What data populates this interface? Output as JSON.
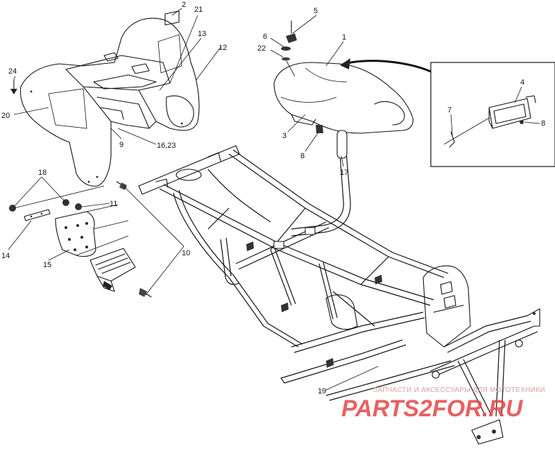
{
  "callouts": {
    "c1": "1",
    "c2": "2",
    "c3": "3",
    "c4": "4",
    "c5": "5",
    "c6": "6",
    "c7": "7",
    "c8a": "8",
    "c8b": "8",
    "c9": "9",
    "c10": "10",
    "c11": "11",
    "c12": "12",
    "c13": "13",
    "c14": "14",
    "c15": "15",
    "c1623": "16,23",
    "c17": "17",
    "c18": "18",
    "c19": "19",
    "c20": "20",
    "c21": "21",
    "c22": "22",
    "c24": "24"
  },
  "watermark": {
    "tagline": "ЗАПЧАСТИ И АКСЕССУАРЫ ДЛЯ МОТОТЕХНИКИ",
    "logo": "PARTS2FOR.RU"
  },
  "colors": {
    "line": "#111111",
    "watermark": "#e24646"
  }
}
